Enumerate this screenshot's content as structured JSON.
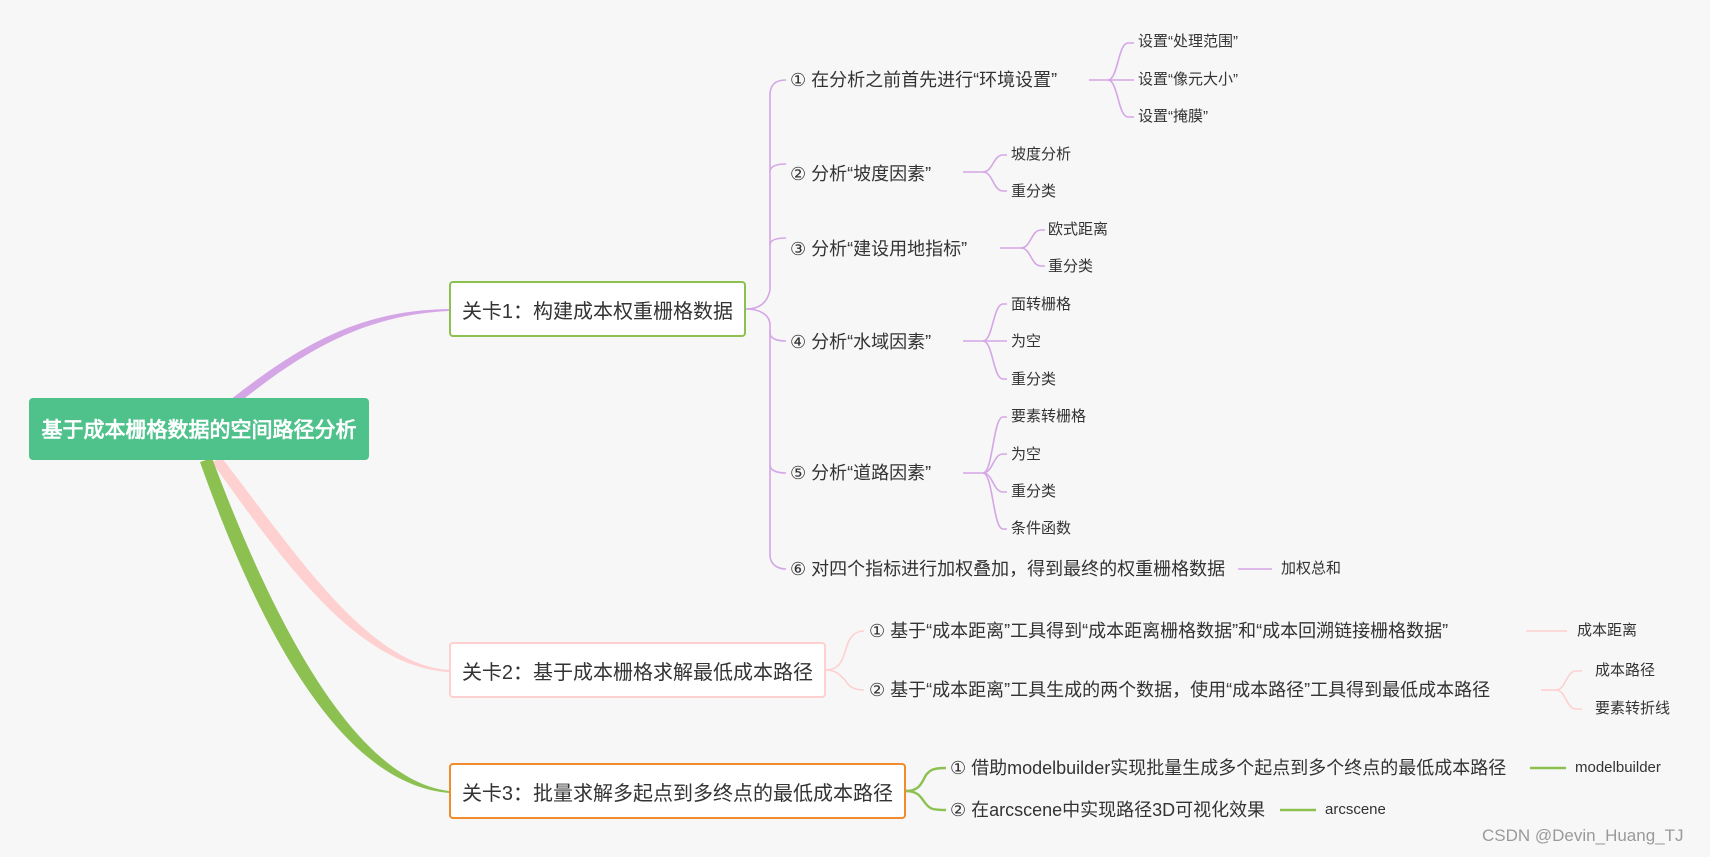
{
  "root": "基于成本栅格数据的空间路径分析",
  "branch1": {
    "title": "关卡1：构建成本权重栅格数据",
    "items": [
      {
        "label": "① 在分析之前首先进行“环境设置”",
        "children": [
          "设置“处理范围”",
          "设置“像元大小”",
          "设置“掩膜”"
        ]
      },
      {
        "label": "② 分析“坡度因素”",
        "children": [
          "坡度分析",
          "重分类"
        ]
      },
      {
        "label": "③ 分析“建设用地指标”",
        "children": [
          "欧式距离",
          "重分类"
        ]
      },
      {
        "label": "④ 分析“水域因素”",
        "children": [
          "面转栅格",
          "为空",
          "重分类"
        ]
      },
      {
        "label": "⑤ 分析“道路因素”",
        "children": [
          "要素转栅格",
          "为空",
          "重分类",
          "条件函数"
        ]
      },
      {
        "label": "⑥ 对四个指标进行加权叠加，得到最终的权重栅格数据",
        "children": [
          "加权总和"
        ]
      }
    ]
  },
  "branch2": {
    "title": "关卡2：基于成本栅格求解最低成本路径",
    "items": [
      {
        "label": "① 基于“成本距离”工具得到“成本距离栅格数据”和“成本回溯链接栅格数据”",
        "children": [
          "成本距离"
        ]
      },
      {
        "label": "② 基于“成本距离”工具生成的两个数据，使用“成本路径”工具得到最低成本路径",
        "children": [
          "成本路径",
          "要素转折线"
        ]
      }
    ]
  },
  "branch3": {
    "title": "关卡3：批量求解多起点到多终点的最低成本路径",
    "items": [
      {
        "label": "① 借助modelbuilder实现批量生成多个起点到多个终点的最低成本路径",
        "children": [
          "modelbuilder"
        ]
      },
      {
        "label": "② 在arcscene中实现路径3D可视化效果",
        "children": [
          "arcscene"
        ]
      }
    ]
  },
  "watermark": "CSDN @Devin_Huang_TJ",
  "colors": {
    "root": "#4fc28c",
    "branch1": "#d5a6e6",
    "branch2": "#ffd0d0",
    "branch3": "#8cc152",
    "branch3_border": "#f08c2c"
  }
}
